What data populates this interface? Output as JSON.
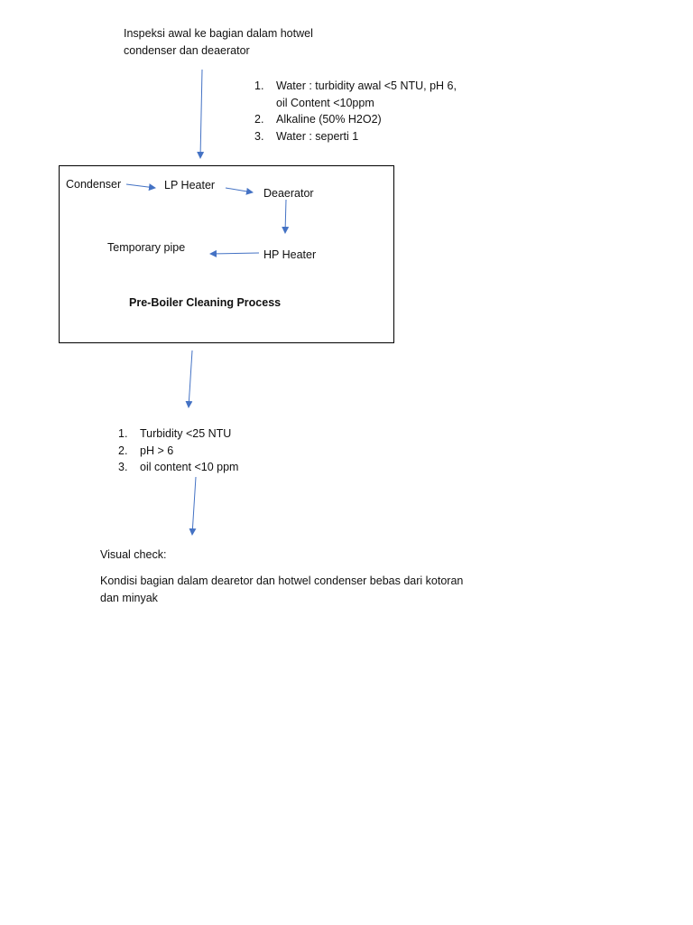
{
  "top_note": [
    "Inspeksi awal ke bagian dalam hotwel",
    "condenser dan deaerator"
  ],
  "steps_top": [
    {
      "num": "1.",
      "lines": [
        "Water : turbidity awal <5 NTU, pH 6,",
        "oil Content <10ppm"
      ]
    },
    {
      "num": "2.",
      "lines": [
        "Alkaline (50% H2O2)"
      ]
    },
    {
      "num": "3.",
      "lines": [
        "Water : seperti 1"
      ]
    }
  ],
  "process_box": {
    "condenser": "Condenser",
    "lp_heater": "LP Heater",
    "deaerator": "Deaerator",
    "hp_heater": "HP Heater",
    "temporary_pipe": "Temporary pipe",
    "title": "Pre-Boiler Cleaning Process"
  },
  "steps_bottom": [
    {
      "num": "1.",
      "text": "Turbidity <25 NTU"
    },
    {
      "num": "2.",
      "text": "pH > 6"
    },
    {
      "num": "3.",
      "text": "oil content <10 ppm"
    }
  ],
  "visual_check": {
    "label": "Visual check:",
    "lines": [
      "Kondisi bagian dalam dearetor dan hotwel condenser bebas dari kotoran",
      "dan minyak"
    ]
  },
  "colors": {
    "arrow": "#4472C4",
    "box_border": "#000000",
    "text": "#111111"
  }
}
